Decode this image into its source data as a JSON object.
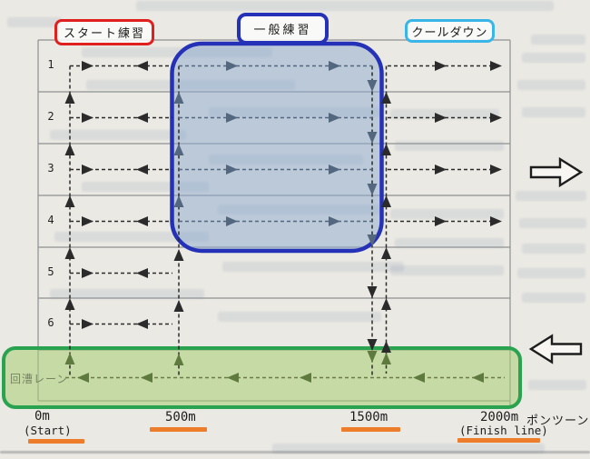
{
  "diagram": {
    "section_labels": {
      "start_practice": "スタート練習",
      "general_practice": "一般練習",
      "cooldown": "クールダウン",
      "return_lane": "回漕レーン"
    },
    "lane_numbers": [
      "1",
      "2",
      "3",
      "4",
      "5",
      "6"
    ],
    "distance_markers": {
      "start": {
        "label": "0m",
        "sub": "(Start)"
      },
      "d500": {
        "label": "500m"
      },
      "d1500": {
        "label": "1500m"
      },
      "finish": {
        "label": "2000m",
        "sub": "(Finish line)"
      },
      "pontoon": "ポンツーン"
    },
    "colors": {
      "start_box_border": "#e01f1f",
      "general_box_border": "#2531b6",
      "cooldown_box_border": "#3ab5e8",
      "general_region_fill": "rgba(139,170,208,0.5)",
      "return_region_border": "#2aa350",
      "return_region_fill": "rgba(168,205,115,0.55)",
      "marker_underline": "#ee7d2b",
      "arrow_black": "#2b2b2b",
      "arrow_slate": "#53677f",
      "arrow_green": "#5f7a3e",
      "arrow_olive_line": "#6a7d49",
      "grid_gray": "#8e9292"
    }
  }
}
